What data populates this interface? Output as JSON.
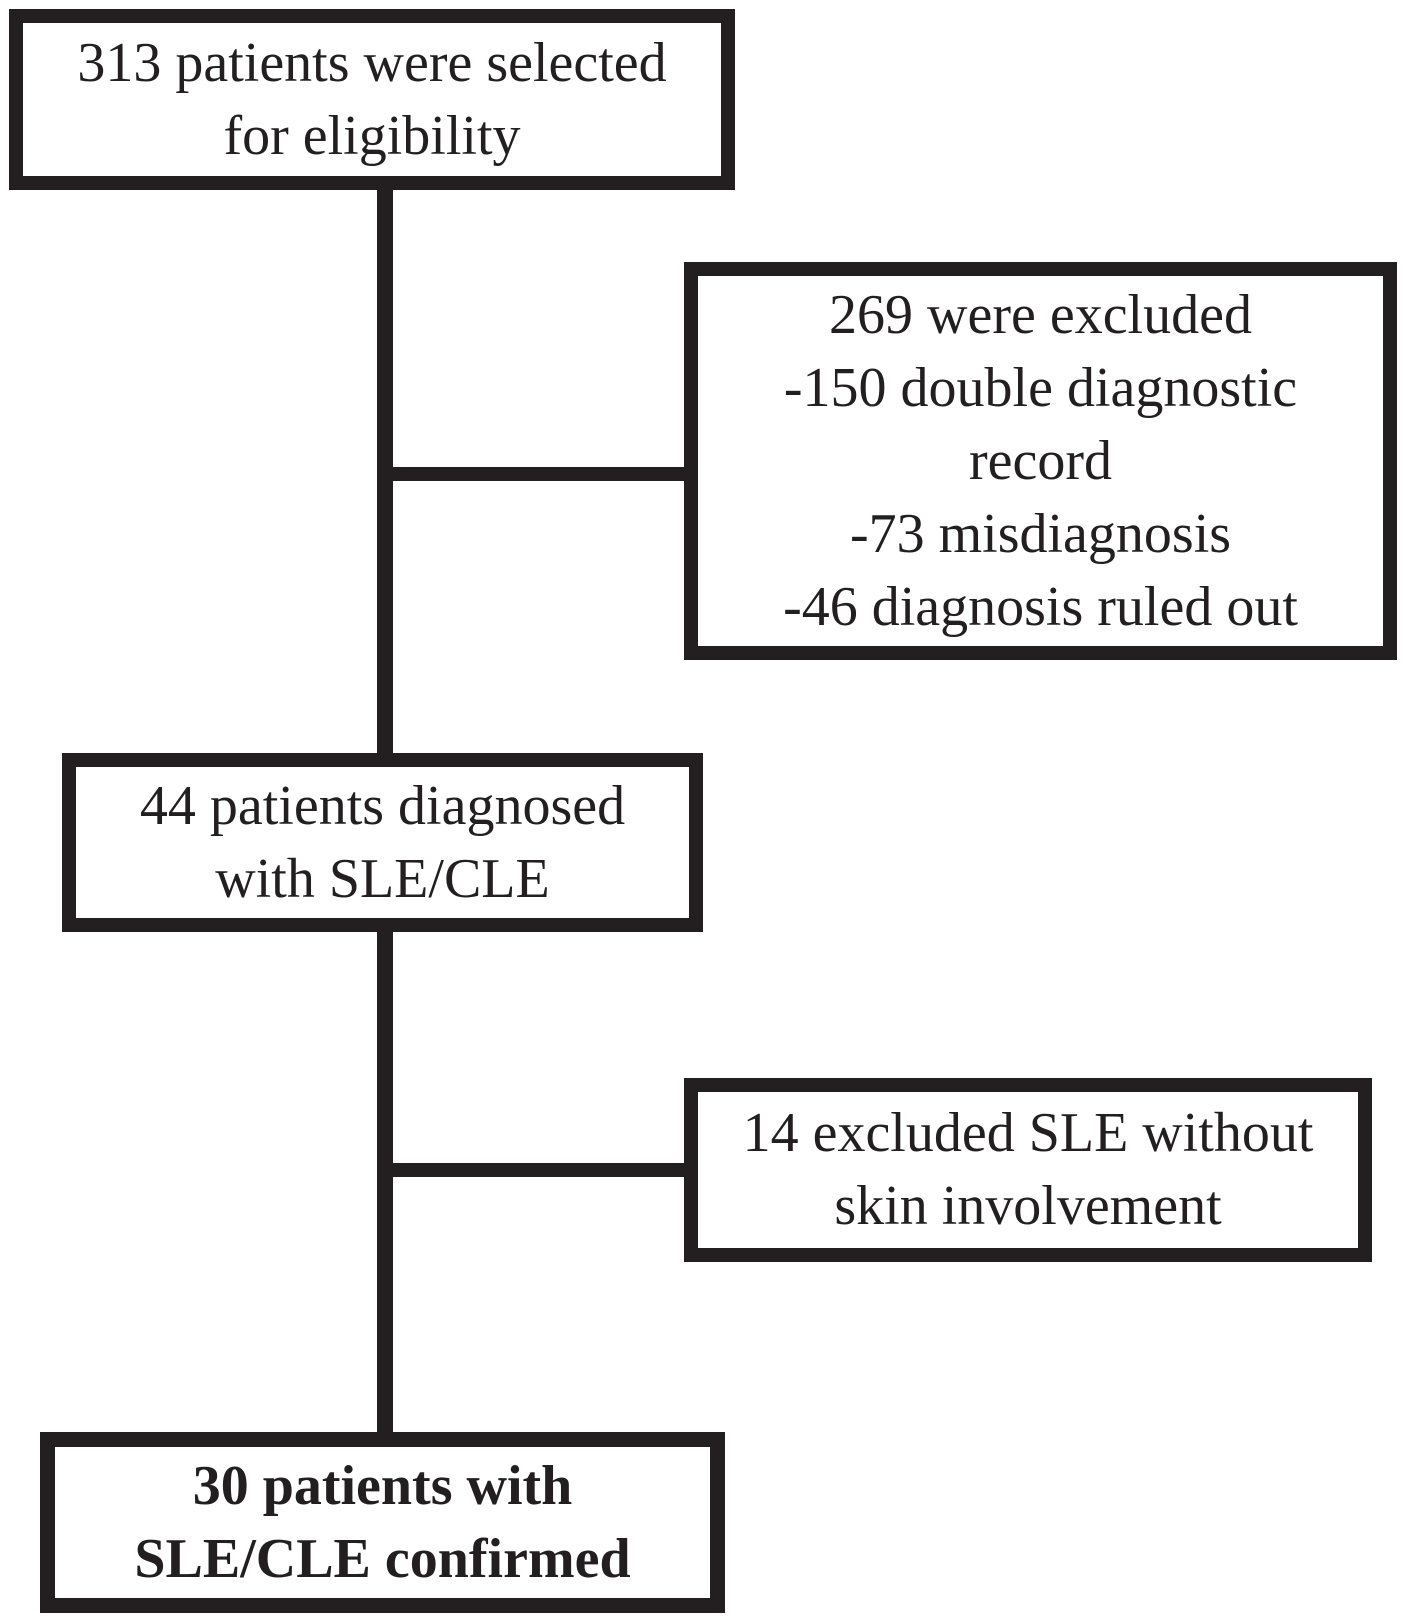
{
  "figure": {
    "type": "flowchart",
    "background": "#ffffff",
    "ink_color": "#231f20",
    "nodes": {
      "selected": {
        "emphasis": "normal",
        "lines": [
          "313 patients were selected",
          "for eligibility"
        ]
      },
      "excluded": {
        "emphasis": "normal",
        "lines": [
          "269 were excluded",
          "-150 double diagnostic",
          "record",
          "-73 misdiagnosis",
          "-46 diagnosis ruled out"
        ]
      },
      "diagnosed": {
        "emphasis": "normal",
        "lines": [
          "44 patients diagnosed",
          "with SLE/CLE"
        ]
      },
      "excluded_skin": {
        "emphasis": "normal",
        "lines": [
          "14 excluded SLE without",
          "skin involvement"
        ]
      },
      "confirmed": {
        "emphasis": "bold",
        "lines": [
          "30 patients with",
          "SLE/CLE confirmed"
        ]
      }
    },
    "edges": [
      {
        "from": "selected",
        "to": "diagnosed",
        "kind": "main-flow"
      },
      {
        "from": "selected",
        "to": "excluded",
        "kind": "exclusion-branch"
      },
      {
        "from": "diagnosed",
        "to": "confirmed",
        "kind": "main-flow"
      },
      {
        "from": "diagnosed",
        "to": "excluded_skin",
        "kind": "exclusion-branch"
      }
    ]
  }
}
